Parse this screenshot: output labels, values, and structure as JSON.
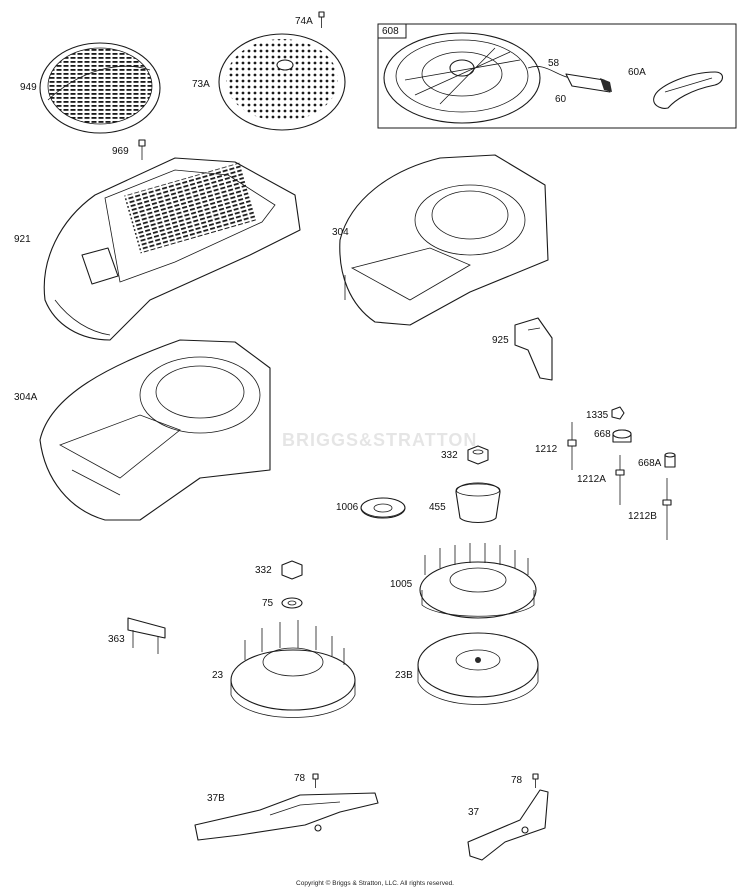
{
  "watermark": "BRIGGS&STRATTON",
  "copyright": "Copyright © Briggs & Stratton, LLC. All rights reserved.",
  "labels": {
    "l949": "949",
    "l73A": "73A",
    "l74A": "74A",
    "l608": "608",
    "l58": "58",
    "l60": "60",
    "l60A": "60A",
    "l969": "969",
    "l921": "921",
    "l304": "304",
    "l925": "925",
    "l304A": "304A",
    "l1335": "1335",
    "l668": "668",
    "l1212": "1212",
    "l332a": "332",
    "l668A": "668A",
    "l1212A": "1212A",
    "l1006": "1006",
    "l455": "455",
    "l1212B": "1212B",
    "l332b": "332",
    "l1005": "1005",
    "l75": "75",
    "l363": "363",
    "l23": "23",
    "l23B": "23B",
    "l78a": "78",
    "l37B": "37B",
    "l78b": "78",
    "l37": "37"
  }
}
